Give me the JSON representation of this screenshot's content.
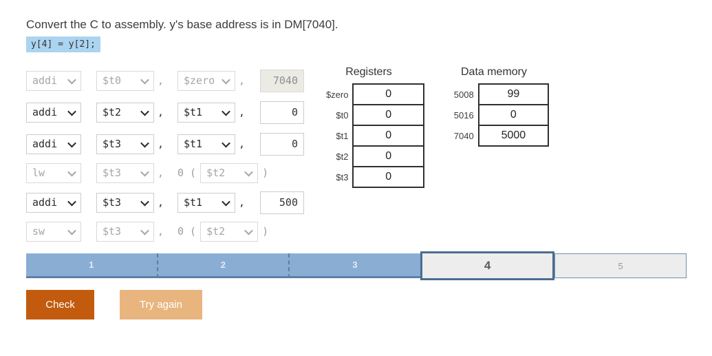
{
  "prompt": "Convert the C to assembly. y's base address is in DM[7040].",
  "code_snippet": "y[4] = y[2];",
  "tokens": {
    "comma": ",",
    "offset_open": "0 (",
    "close_paren": ")"
  },
  "instruction_rows": [
    {
      "opcode": "addi",
      "dest": "$t0",
      "src": "$zero",
      "immediate": "7040",
      "disabled": true
    },
    {
      "opcode": "addi",
      "dest": "$t2",
      "src": "$t1",
      "immediate": "0",
      "disabled": false
    },
    {
      "opcode": "addi",
      "dest": "$t3",
      "src": "$t1",
      "immediate": "0",
      "disabled": false
    },
    {
      "opcode": "lw",
      "dest": "$t3",
      "offset": "0",
      "base": "$t2",
      "disabled": true
    },
    {
      "opcode": "addi",
      "dest": "$t3",
      "src": "$t1",
      "immediate": "500",
      "disabled": false
    },
    {
      "opcode": "sw",
      "dest": "$t3",
      "offset": "0",
      "base": "$t2",
      "disabled": true
    }
  ],
  "registers": {
    "title": "Registers",
    "rows": [
      {
        "label": "$zero",
        "value": "0"
      },
      {
        "label": "$t0",
        "value": "0"
      },
      {
        "label": "$t1",
        "value": "0"
      },
      {
        "label": "$t2",
        "value": "0"
      },
      {
        "label": "$t3",
        "value": "0"
      }
    ]
  },
  "data_memory": {
    "title": "Data memory",
    "rows": [
      {
        "label": "5008",
        "value": "99"
      },
      {
        "label": "5016",
        "value": "0"
      },
      {
        "label": "7040",
        "value": "5000"
      }
    ]
  },
  "progress": {
    "steps": [
      {
        "label": "1",
        "state": "completed"
      },
      {
        "label": "2",
        "state": "completed"
      },
      {
        "label": "3",
        "state": "completed"
      },
      {
        "label": "4",
        "state": "active"
      },
      {
        "label": "5",
        "state": "upcoming"
      }
    ]
  },
  "buttons": {
    "check": "Check",
    "try_again": "Try again"
  },
  "colors": {
    "check_button": "#c25b0d",
    "try_again_button": "#e9b57f",
    "progress_completed_fill": "#8aadd4",
    "progress_active_border": "#4d6c90",
    "code_highlight": "#abd4f0"
  }
}
